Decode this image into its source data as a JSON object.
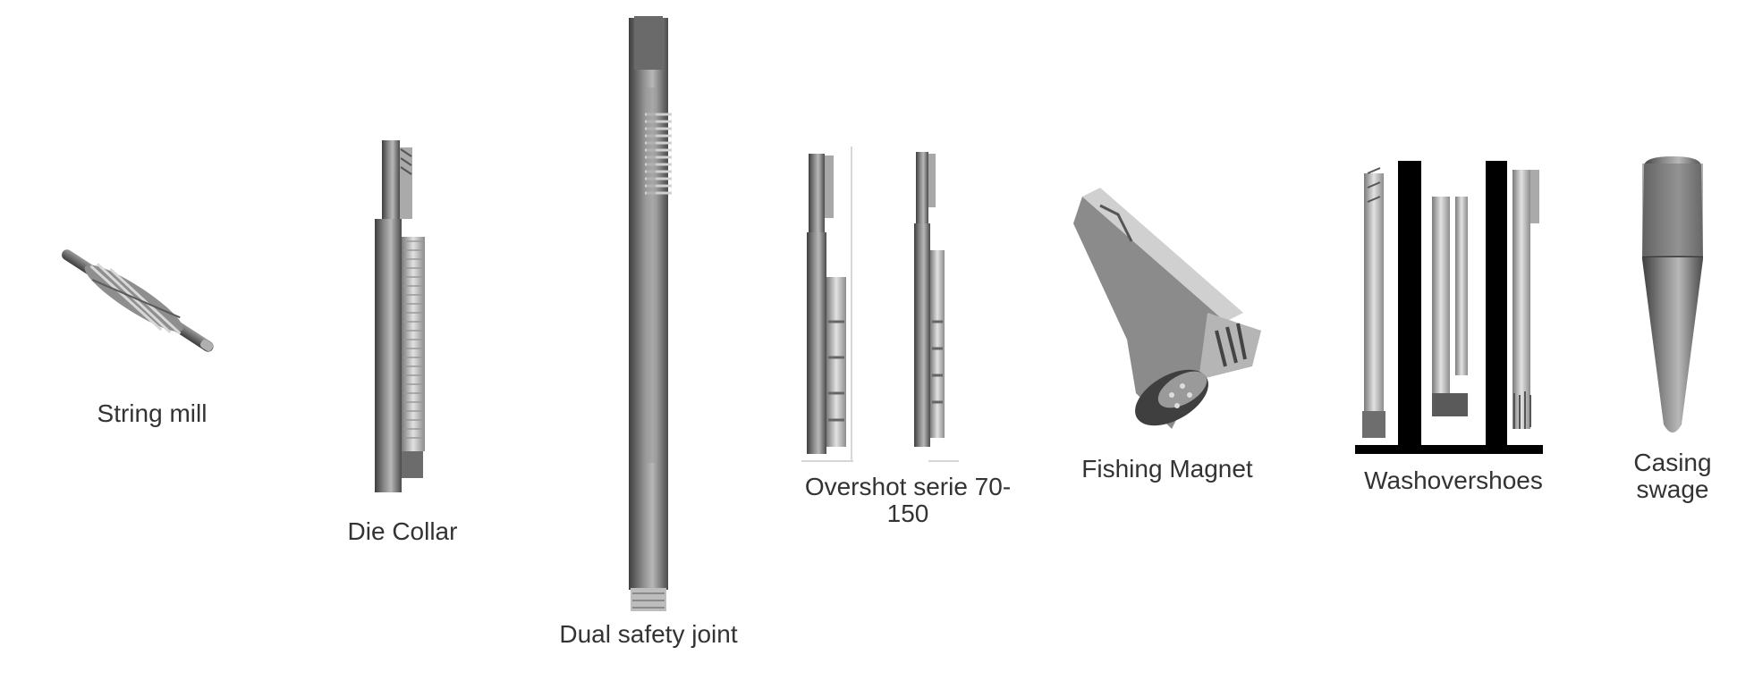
{
  "tools": [
    {
      "id": "string-mill",
      "label": "String mill",
      "icon": "string-mill-icon"
    },
    {
      "id": "die-collar",
      "label": "Die Collar",
      "icon": "die-collar-icon"
    },
    {
      "id": "dual-safety-joint",
      "label": "Dual safety joint",
      "icon": "dual-safety-joint-icon"
    },
    {
      "id": "overshot",
      "label": "Overshot serie 70-150",
      "icon": "overshot-icon"
    },
    {
      "id": "fishing-magnet",
      "label": "Fishing Magnet",
      "icon": "fishing-magnet-icon"
    },
    {
      "id": "washovershoes",
      "label": "Washovershoes",
      "icon": "washovershoes-icon"
    },
    {
      "id": "casing-swage",
      "label": "Casing swage",
      "icon": "casing-swage-icon"
    }
  ],
  "colors": {
    "caption": "#333333",
    "steel_dark": "#4a4a4a",
    "steel_mid": "#8a8a8a",
    "steel_light": "#d2d2d2",
    "bar": "#000000"
  }
}
